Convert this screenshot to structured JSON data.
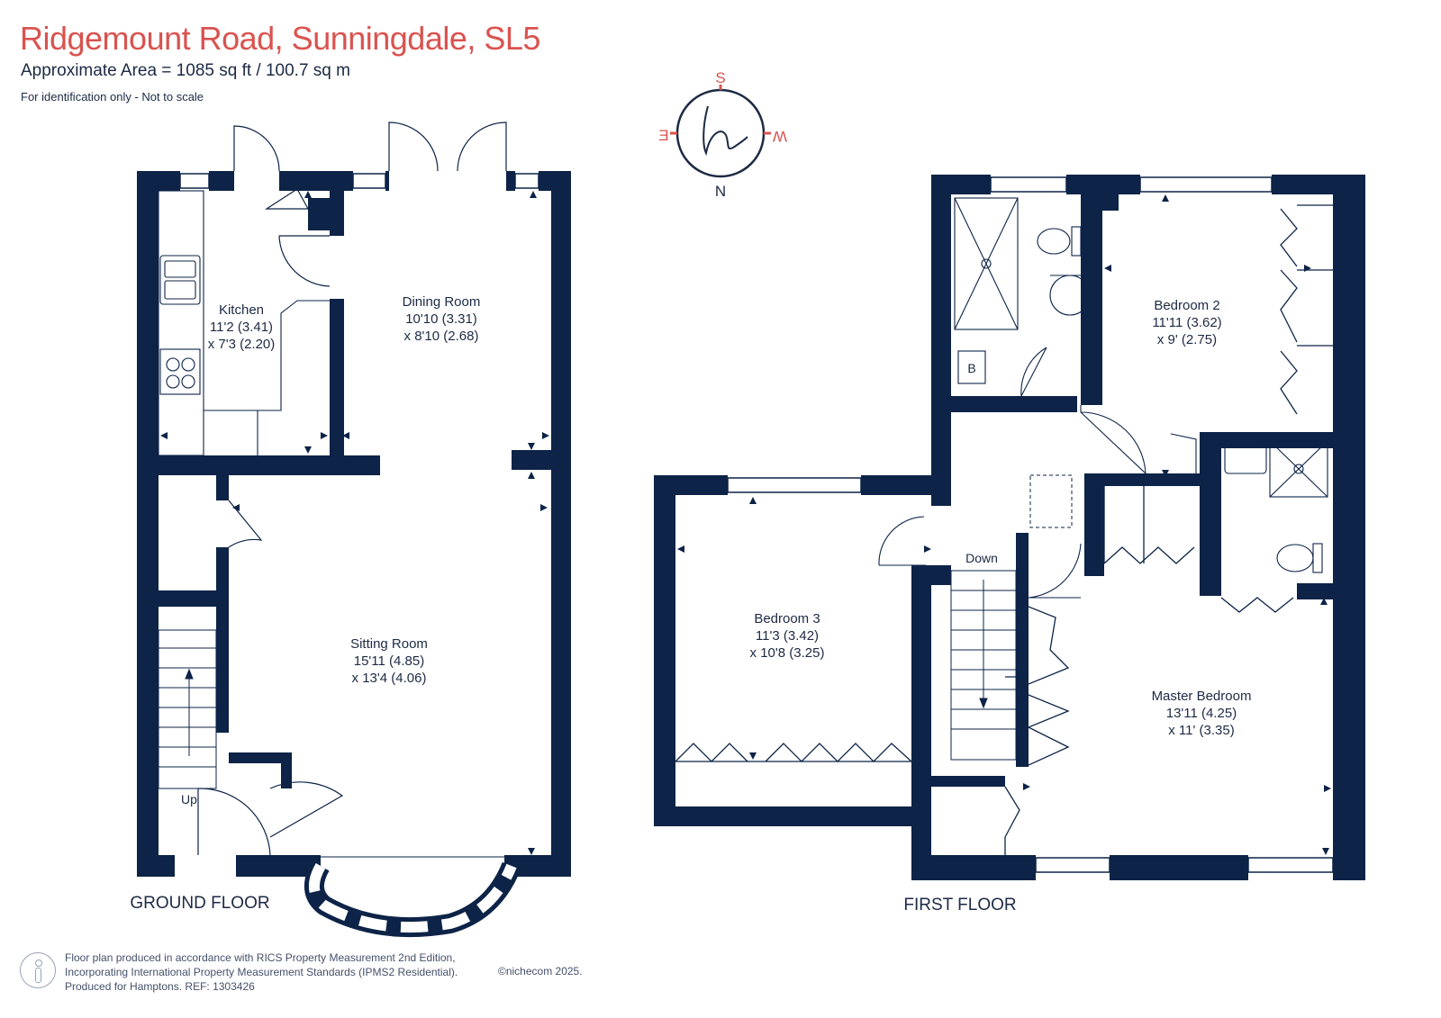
{
  "header": {
    "title": "Ridgemount Road, Sunningdale, SL5",
    "area": "Approximate Area = 1085 sq ft / 100.7 sq m",
    "note": "For identification only - Not to scale"
  },
  "compass": {
    "n": "N",
    "s": "S",
    "e": "E",
    "w": "W"
  },
  "floors": {
    "ground": "GROUND FLOOR",
    "first": "FIRST FLOOR"
  },
  "rooms": {
    "kitchen": {
      "name": "Kitchen",
      "dim1": "11'2 (3.41)",
      "dim2": "x 7'3 (2.20)"
    },
    "dining": {
      "name": "Dining Room",
      "dim1": "10'10 (3.31)",
      "dim2": "x 8'10 (2.68)"
    },
    "sitting": {
      "name": "Sitting Room",
      "dim1": "15'11 (4.85)",
      "dim2": "x 13'4 (4.06)"
    },
    "bedroom2": {
      "name": "Bedroom 2",
      "dim1": "11'11 (3.62)",
      "dim2": "x 9' (2.75)"
    },
    "bedroom3": {
      "name": "Bedroom 3",
      "dim1": "11'3 (3.42)",
      "dim2": "x 10'8 (3.25)"
    },
    "master": {
      "name": "Master Bedroom",
      "dim1": "13'11 (4.25)",
      "dim2": "x 11' (3.35)"
    }
  },
  "labels": {
    "up": "Up",
    "down": "Down",
    "boiler": "B"
  },
  "footer": {
    "line1": "Floor plan produced in accordance with RICS Property Measurement 2nd Edition,",
    "line2": "Incorporating International Property Measurement Standards (IPMS2 Residential).",
    "line3": "Produced for Hamptons.  REF:  1303426",
    "credit": "©nichecom 2025."
  },
  "colors": {
    "wall": "#0d2347",
    "accent": "#d9534f",
    "text": "#1d2a44"
  }
}
